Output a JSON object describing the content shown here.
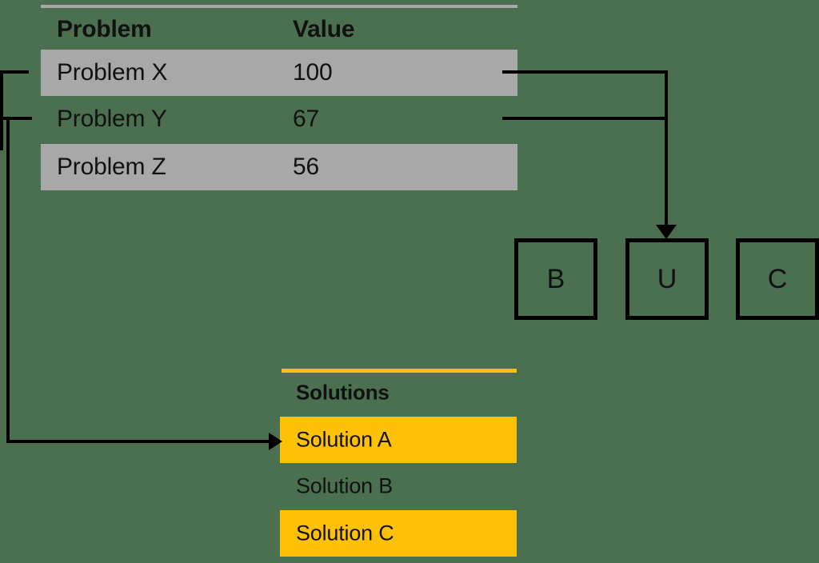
{
  "background_color": "#4a7050",
  "palette": {
    "shade_gray": "#a8a8a8",
    "accent_gold": "#ffc107",
    "ink": "#111111",
    "line": "#000000"
  },
  "problems_table": {
    "name": "problems-table",
    "headers": {
      "col_problem": "Problem",
      "col_value": "Value"
    },
    "rows": [
      {
        "problem": "Problem X",
        "value": "100",
        "shaded": true
      },
      {
        "problem": "Problem Y",
        "value": "67",
        "shaded": false
      },
      {
        "problem": "Problem Z",
        "value": "56",
        "shaded": true
      }
    ]
  },
  "solutions_table": {
    "name": "solutions-table",
    "headers": {
      "col_solutions": "Solutions"
    },
    "rows": [
      {
        "solution": "Solution A",
        "shaded": true
      },
      {
        "solution": "Solution B",
        "shaded": false
      },
      {
        "solution": "Solution C",
        "shaded": true
      }
    ]
  },
  "nodes": [
    {
      "id": "b",
      "label": "B"
    },
    {
      "id": "u",
      "label": "U"
    },
    {
      "id": "c",
      "label": "C"
    }
  ],
  "connectors": {
    "problem_x_to_node_u": "Problem X → U",
    "problem_y_to_node_u": "Problem Y → U",
    "problems_to_solution_a": "Problem X / Problem Y → Solution A"
  },
  "chart_data": {
    "type": "table",
    "title": "Problem / Value",
    "categories": [
      "Problem X",
      "Problem Y",
      "Problem Z"
    ],
    "values": [
      100,
      67,
      56
    ],
    "xlabel": "Problem",
    "ylabel": "Value"
  }
}
